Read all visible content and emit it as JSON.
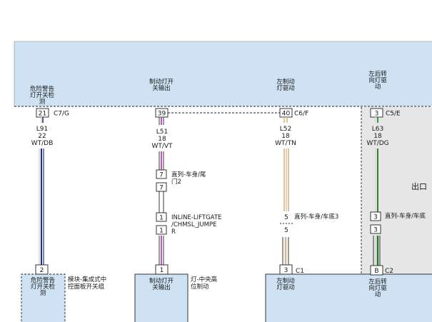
{
  "colors": {
    "module_fill": "#cfe2f3",
    "panel_gray": "#e6e6e6",
    "wire_white": "#d8d8d8",
    "wire_dark_blue": "#1f2f8f",
    "wire_violet": "#c454c4",
    "wire_tan": "#d9b48a",
    "wire_dark_green": "#1f7a1f",
    "wire_black": "#222222"
  },
  "top_module": {
    "pins": [
      {
        "label_lines": [
          "危险警告",
          "灯开关检",
          "测"
        ],
        "pin": "21",
        "connector": "C7/G"
      },
      {
        "label_lines": [
          "制动灯开",
          "关输出"
        ],
        "pin": "39",
        "connector": ""
      },
      {
        "label_lines": [
          "左制动",
          "灯驱动"
        ],
        "pin": "40",
        "connector": "C6/F"
      },
      {
        "label_lines": [
          "左后转",
          "向灯驱",
          "动"
        ],
        "pin": "3",
        "connector": "C5/E"
      }
    ]
  },
  "wires": [
    {
      "circuit": "L91",
      "gauge": "22",
      "color": "WT/DB"
    },
    {
      "circuit": "L51",
      "gauge": "18",
      "color": "WT/VT"
    },
    {
      "circuit": "L52",
      "gauge": "18",
      "color": "WT/TN"
    },
    {
      "circuit": "L63",
      "gauge": "18",
      "color": "WT/DG"
    }
  ],
  "inline": {
    "c1_pin": "7",
    "c1_label_lines": [
      "直列-车身/尾",
      "门2"
    ],
    "c2_pin": "1",
    "c2_label_lines": [
      "INLINE-LIFTGATE",
      "/CHMSL_JUMPE",
      "R"
    ],
    "c3_pin": "5",
    "c3_label": "直列-车身/车底3",
    "c4_pin": "3",
    "c4_label": "直列-车身/车底"
  },
  "right_panel_label": "出口",
  "bottom_modules": [
    {
      "pin": "2",
      "connector": "",
      "label_lines": [
        "危险警告",
        "灯开关检",
        "测"
      ],
      "desc_lines": [
        "模块-集成式中",
        "控面板开关组"
      ]
    },
    {
      "pin": "1",
      "connector": "",
      "label_lines": [
        "制动灯开",
        "关输出"
      ],
      "desc_lines": [
        "灯-中央高",
        "位制动"
      ]
    },
    {
      "pin": "3",
      "connector": "C1",
      "label_lines": [
        "左制动",
        "灯驱动"
      ],
      "desc_lines": []
    },
    {
      "pin": "B",
      "connector": "C2",
      "label_lines": [
        "左后转",
        "向灯驱",
        "动"
      ],
      "desc_lines": []
    }
  ]
}
